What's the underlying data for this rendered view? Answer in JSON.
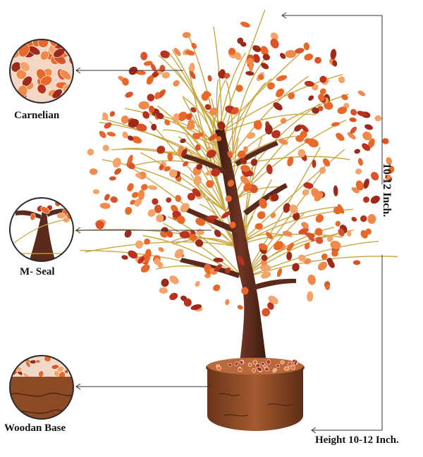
{
  "labels": {
    "carnelian": "Carnelian",
    "seal": "M- Seal",
    "base": "Woodan Base",
    "height": "Height 10-12 Inch.",
    "vertical": "10-12 Inch."
  },
  "colors": {
    "background": "#ffffff",
    "stone_orange": "#e8682a",
    "stone_red": "#b8321e",
    "stone_light": "#f4a46a",
    "trunk": "#5a2a1c",
    "wire_gold": "#c9a640",
    "base_wood": "#8a4a2a",
    "line": "#333333"
  }
}
